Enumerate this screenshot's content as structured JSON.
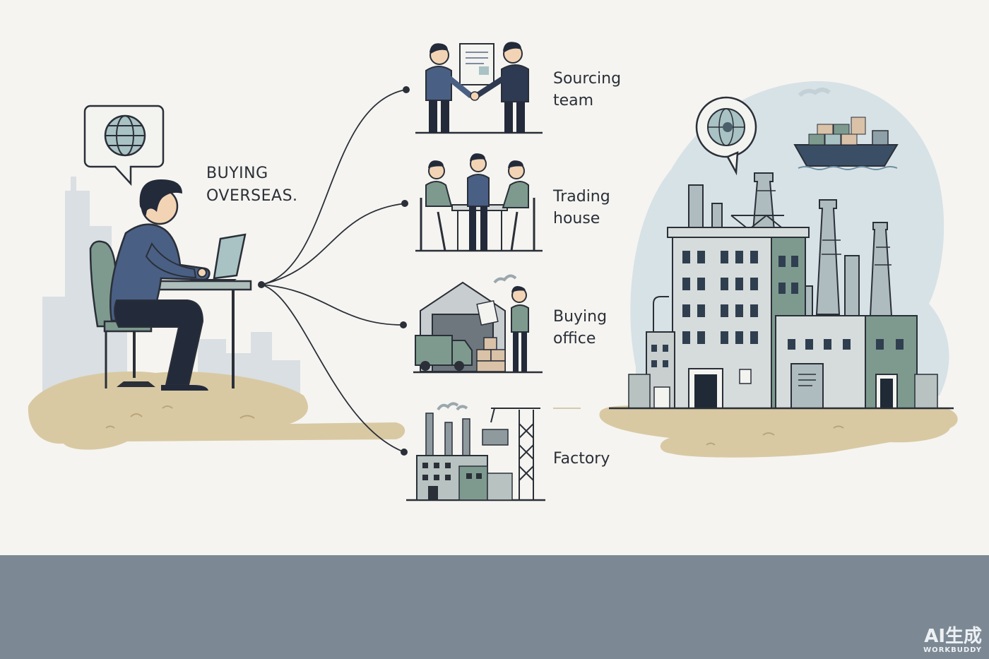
{
  "headline": {
    "line1": "BUYING",
    "line2": "OVERSEAS."
  },
  "routes": [
    {
      "id": "sourcing-team",
      "line1": "Sourcing",
      "line2": "team"
    },
    {
      "id": "trading-house",
      "line1": "Trading",
      "line2": "house"
    },
    {
      "id": "buying-office",
      "line1": "Buying",
      "line2": "office"
    },
    {
      "id": "factory",
      "line1": "Factory",
      "line2": ""
    }
  ],
  "icons": {
    "buyer_bubble": "globe-icon",
    "factory_bubble": "globe-pin-icon"
  },
  "watermark": {
    "main": "AI生成",
    "sub": "WORKBUDDY"
  },
  "colors": {
    "background": "#f5f4f0",
    "ink": "#2a2f38",
    "slate_blue": "#4a5f84",
    "sage": "#7e9a8f",
    "sand": "#d9c9a3",
    "sky": "#d7e2e6",
    "floor": "#7c8995"
  }
}
